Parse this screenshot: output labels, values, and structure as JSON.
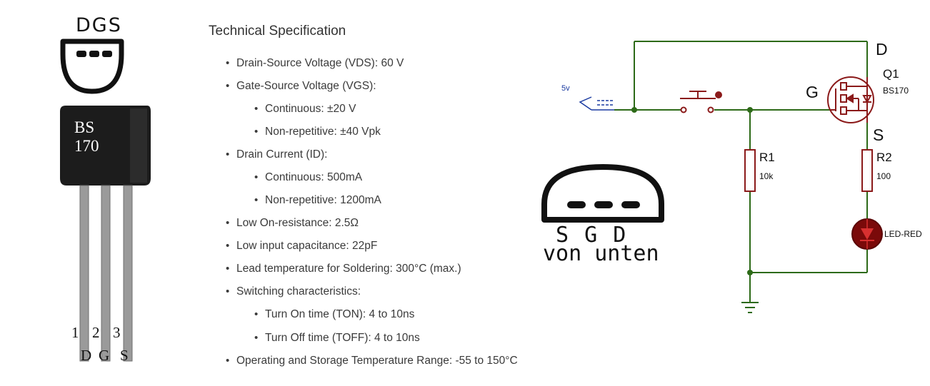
{
  "transistor": {
    "top_pins": "DGS",
    "body_label_line1": "BS",
    "body_label_line2": "170",
    "pin_numbers": [
      "1",
      "2",
      "3"
    ],
    "pin_letters": [
      "D",
      "G",
      "S"
    ]
  },
  "spec": {
    "title": "Technical Specification",
    "items": [
      {
        "text": "Drain-Source Voltage (VDS): 60 V",
        "level": 1
      },
      {
        "text": "Gate-Source Voltage (VGS):",
        "level": 1
      },
      {
        "text": "Continuous: ±20 V",
        "level": 2
      },
      {
        "text": "Non-repetitive: ±40 Vpk",
        "level": 2
      },
      {
        "text": "Drain Current (ID):",
        "level": 1
      },
      {
        "text": "Continuous: 500mA",
        "level": 2
      },
      {
        "text": "Non-repetitive: 1200mA",
        "level": 2
      },
      {
        "text": "Low On-resistance: 2.5Ω",
        "level": 1
      },
      {
        "text": "Low input capacitance: 22pF",
        "level": 1
      },
      {
        "text": "Lead temperature for Soldering: 300°C (max.)",
        "level": 1
      },
      {
        "text": "Switching characteristics:",
        "level": 1
      },
      {
        "text": "Turn On time (TON): 4 to 10ns",
        "level": 2
      },
      {
        "text": "Turn Off time (TOFF): 4 to 10ns",
        "level": 2
      },
      {
        "text": "Operating and Storage Temperature Range: -55 to 150°C",
        "level": 1
      }
    ]
  },
  "bottom_view": {
    "pins": "S G D",
    "caption": "von unten"
  },
  "circuit": {
    "supply_label": "5v",
    "drain_label": "D",
    "gate_label": "G",
    "source_label": "S",
    "q_ref": "Q1",
    "q_part": "BS170",
    "r1_ref": "R1",
    "r1_value": "10k",
    "r2_ref": "R2",
    "r2_value": "100",
    "led_label": "LED-RED"
  },
  "colors": {
    "wire": "#2d6a18",
    "component": "#8b1a1a",
    "supply": "#1a3aa0",
    "package_body": "#1c1c1c",
    "lead": "#9a9a9a"
  }
}
